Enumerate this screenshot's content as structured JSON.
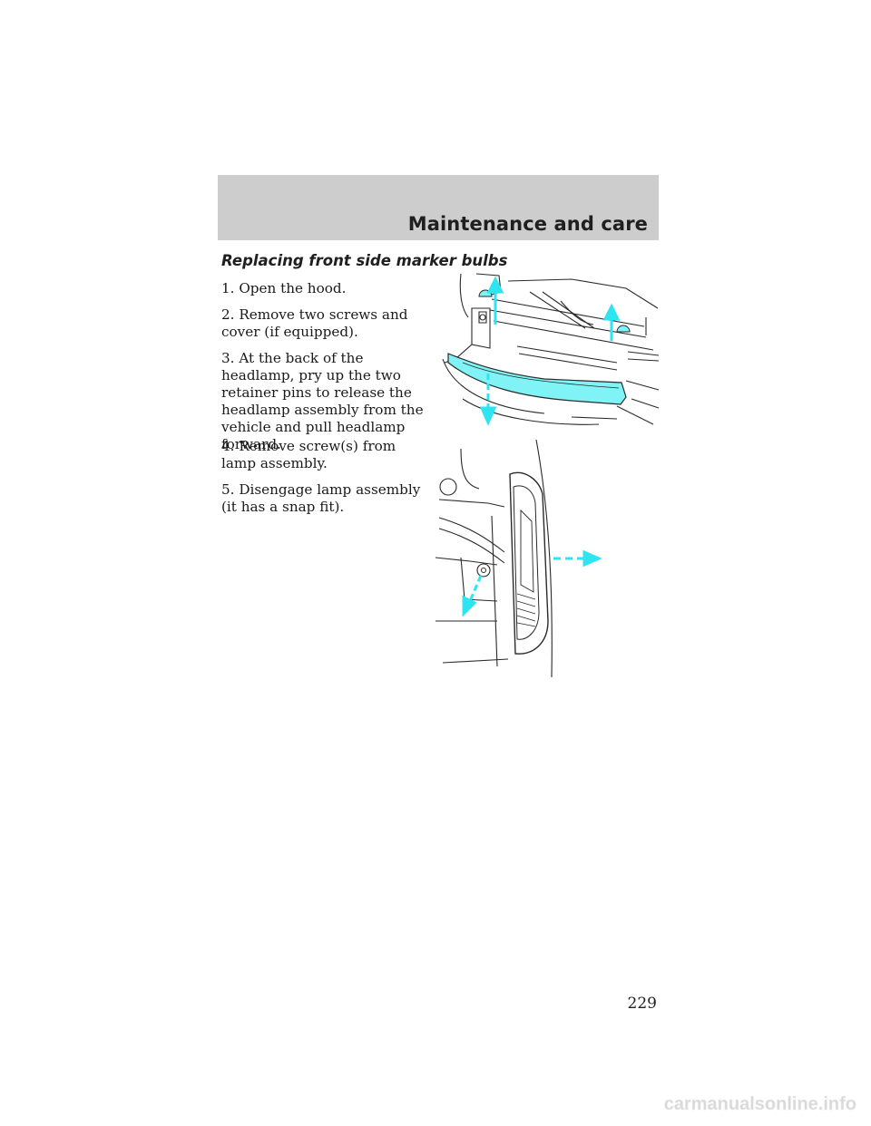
{
  "header": {
    "title": "Maintenance and care"
  },
  "section": {
    "heading": "Replacing front side marker bulbs"
  },
  "steps_part1": [
    "1. Open the hood.",
    "2. Remove two screws and cover (if equipped).",
    "3. At the back of the headlamp, pry up the two retainer pins to release the headlamp assembly from the vehicle and pull headlamp forward."
  ],
  "steps_part2": [
    "4. Remove screw(s) from lamp assembly.",
    "5. Disengage lamp assembly (it has a snap fit)."
  ],
  "page_number": "229",
  "watermark": "carmanualsonline.info",
  "colors": {
    "header_band": "#cdcdcd",
    "highlight": "#7ff3f5",
    "arrow": "#2de4f0"
  }
}
